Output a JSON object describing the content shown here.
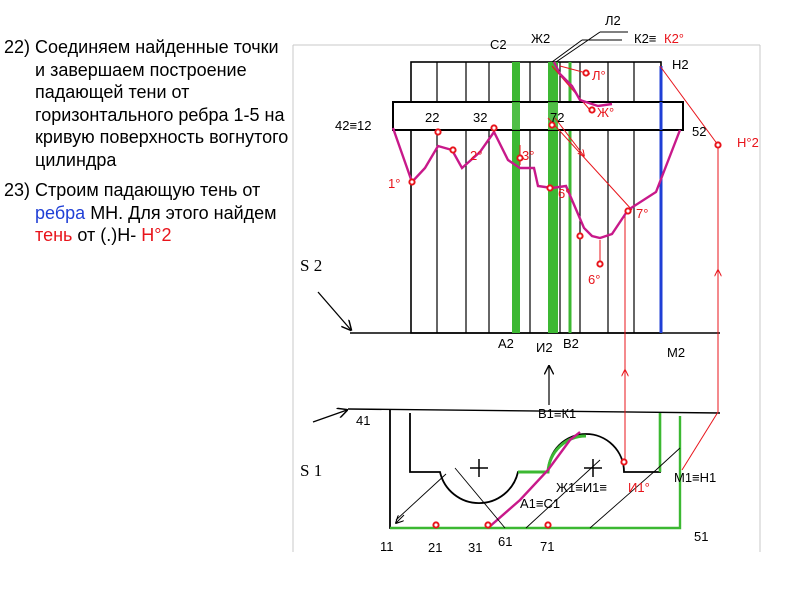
{
  "steps": [
    {
      "number": "22)",
      "parts": [
        {
          "text": "Соединяем найденные точки и завершаем построение падающей тени от горизонтального ребра 1-5 на кривую поверхность вогнутого цилиндра",
          "color": "#000000"
        }
      ]
    },
    {
      "number": "23)",
      "parts": [
        {
          "text": "Строим падающую тень от ",
          "color": "#000000"
        },
        {
          "text": "ребра",
          "color": "#1f3fd6"
        },
        {
          "text": " МН. Для этого найдем ",
          "color": "#000000"
        },
        {
          "text": "тень",
          "color": "#e8141b"
        },
        {
          "text": " от (.)Н- ",
          "color": "#000000"
        },
        {
          "text": "Н°2",
          "color": "#e8141b"
        }
      ]
    }
  ],
  "labels": {
    "S2": "S 2",
    "S1": "S 1",
    "C2": "С2",
    "Zh2": "Ж2",
    "L2": "Л2",
    "K2": "К2≡",
    "K2o": "К2°",
    "H2": "Н2",
    "Lo": "Л°",
    "Zho": "Ж°",
    "n42_12": "42≡12",
    "n22": "22",
    "n32": "32",
    "n72": "72",
    "n52": "52",
    "Ho2": "Н°2",
    "n1o": "1°",
    "n2o": "2°",
    "n3o": "3°",
    "n6o_a": "6°",
    "n6o_b": "6°",
    "n7o": "7°",
    "A2": "А2",
    "I2": "И2",
    "B2": "В2",
    "M2": "М2",
    "n41": "41",
    "B1K1": "В1≡К1",
    "Zh1": "Ж1≡И1≡",
    "I1o": "И1°",
    "M1H1": "М1≡Н1",
    "A1C1": "А1≡С1",
    "n11": "11",
    "n21": "21",
    "n31": "31",
    "n61": "61",
    "n71": "71",
    "n51": "51"
  },
  "colors": {
    "shadow_line": "#c8198a",
    "red": "#e8141b",
    "green": "#3cb832",
    "blue": "#1f3fd6",
    "frame": "#c9c9c9"
  }
}
